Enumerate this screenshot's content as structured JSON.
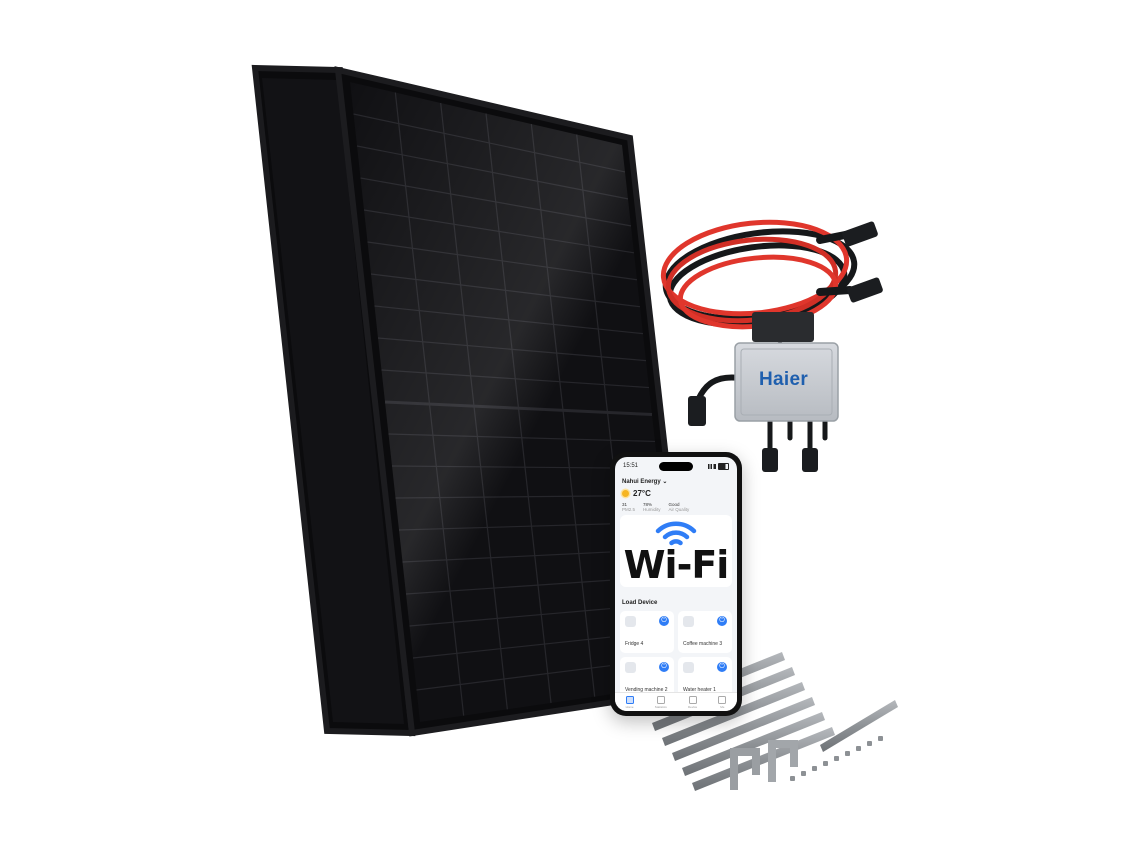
{
  "inverter": {
    "brand": "Haier"
  },
  "phone": {
    "time": "15:51",
    "app_title": "Nahui Energy",
    "temperature": "27°C",
    "stats": [
      {
        "value": "31",
        "label": "PM2.5"
      },
      {
        "value": "78%",
        "label": "Humidity"
      },
      {
        "value": "Good",
        "label": "Air Quality"
      }
    ],
    "wifi_label": "Wi-Fi",
    "section_title": "Load Device",
    "devices": [
      {
        "name": "Fridge 4"
      },
      {
        "name": "Coffee machine 3"
      },
      {
        "name": "Vending machine 2"
      },
      {
        "name": "Water heater 1"
      }
    ],
    "tabs": [
      {
        "label": "Home"
      },
      {
        "label": "Statistics"
      },
      {
        "label": "Device"
      },
      {
        "label": "Me"
      }
    ]
  },
  "colors": {
    "panel": "#0b0b0d",
    "cable_red": "#e0362c",
    "inverter_body": "#c9cdd2",
    "brand_blue": "#1f5fae",
    "accent_blue": "#2f7df6"
  }
}
